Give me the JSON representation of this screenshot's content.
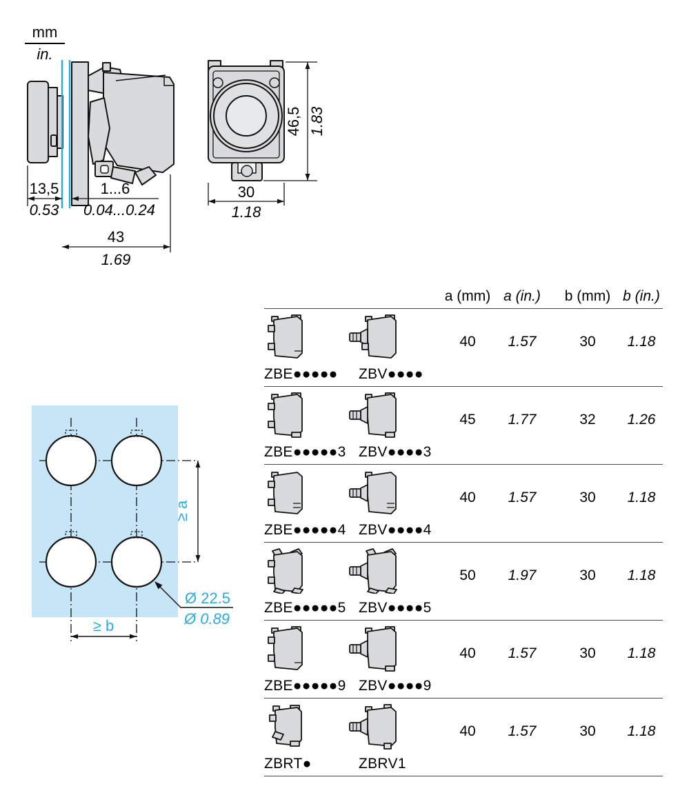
{
  "units_legend": {
    "metric": "mm",
    "imperial": "in."
  },
  "colors": {
    "accent_cyan": "#29ABE2",
    "panel_blue": "#C6E5F7",
    "part_gray": "#D9DADC",
    "line_black": "#111111"
  },
  "side_view": {
    "flange_depth_mm": "13,5",
    "flange_depth_in": "0.53",
    "panel_thickness_mm": "1...6",
    "panel_thickness_in": "0.04...0.24",
    "body_depth_mm": "43",
    "body_depth_in": "1.69"
  },
  "front_view": {
    "height_mm": "46,5",
    "height_in": "1.83",
    "width_mm": "30",
    "width_in": "1.18"
  },
  "drilling_template": {
    "vertical_pitch": "≥ a",
    "horizontal_pitch": "≥ b",
    "hole_diameter_mm": "Ø 22.5",
    "hole_diameter_in": "Ø 0.89"
  },
  "table": {
    "headers": [
      {
        "label": "a (mm)"
      },
      {
        "label": "a (in.)"
      },
      {
        "label": "b (mm)"
      },
      {
        "label": "b (in.)"
      }
    ],
    "rows": [
      {
        "ref_zbe": "ZBE●●●●●",
        "ref_zbv": "ZBV●●●●",
        "a_mm": "40",
        "a_in": "1.57",
        "b_mm": "30",
        "b_in": "1.18"
      },
      {
        "ref_zbe": "ZBE●●●●●3",
        "ref_zbv": "ZBV●●●●3",
        "a_mm": "45",
        "a_in": "1.77",
        "b_mm": "32",
        "b_in": "1.26"
      },
      {
        "ref_zbe": "ZBE●●●●●4",
        "ref_zbv": "ZBV●●●●4",
        "a_mm": "40",
        "a_in": "1.57",
        "b_mm": "30",
        "b_in": "1.18"
      },
      {
        "ref_zbe": "ZBE●●●●●5",
        "ref_zbv": "ZBV●●●●5",
        "a_mm": "50",
        "a_in": "1.97",
        "b_mm": "30",
        "b_in": "1.18"
      },
      {
        "ref_zbe": "ZBE●●●●●9",
        "ref_zbv": "ZBV●●●●9",
        "a_mm": "40",
        "a_in": "1.57",
        "b_mm": "30",
        "b_in": "1.18"
      },
      {
        "ref_zbe": "ZBRT●",
        "ref_zbv": "ZBRV1",
        "a_mm": "40",
        "a_in": "1.57",
        "b_mm": "30",
        "b_in": "1.18"
      }
    ]
  }
}
